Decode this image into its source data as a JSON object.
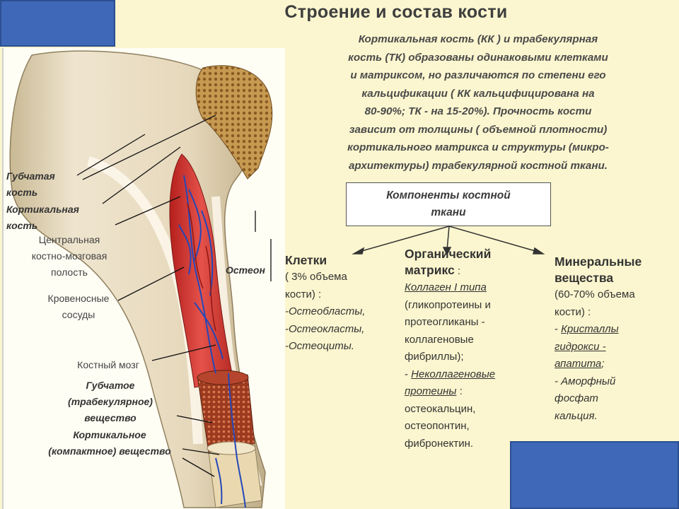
{
  "title": "Строение и состав кости",
  "intro_lines": [
    "Кортикальная кость (КК ) и трабекулярная",
    "кость (ТК)  образованы одинаковыми клетками",
    "и матриксом, но различаются по степени его",
    "кальцификации ( КК кальцифицирована на",
    "80-90%; ТК - на 15-20%). Прочность кости",
    "зависит от толщины ( объемной плотности)",
    "кортикального матрикса и структуры (микро-",
    "архитектуры) трабекулярной костной ткани."
  ],
  "components_box": [
    "Компоненты костной",
    "ткани"
  ],
  "cells": {
    "heading": "Клетки",
    "lines": [
      "( 3% объема",
      "кости) :"
    ],
    "items": [
      "-Остеобласты,",
      "-Остеокласты,",
      "-Остеоциты."
    ]
  },
  "organic": {
    "heading": [
      "Органический",
      "матрикс"
    ],
    "heading_suffix": " :",
    "collagen": "Коллаген I типа",
    "collagen_desc": [
      "(гликопротеины и",
      "протеогликаны -",
      "коллагеновые",
      "фибриллы);"
    ],
    "noncollagen_prefix": "- ",
    "noncollagen": [
      "Неколлагеновые",
      "протеины"
    ],
    "noncollagen_suffix": " :",
    "proteins": [
      "остеокальцин,",
      "остеопонтин,",
      "фибронектин."
    ]
  },
  "mineral": {
    "heading": [
      "Минеральные",
      "вещества"
    ],
    "lines": [
      "(60-70% объема",
      "кости) :"
    ],
    "crystals_prefix": "- ",
    "crystals": [
      "Кристаллы",
      "гидрокси -",
      "апатита"
    ],
    "crystals_suffix": ";",
    "amorphous": [
      "- Аморфный",
      "фосфат",
      "кальция."
    ]
  },
  "figure_labels": {
    "spongy_bone": [
      "Губчатая",
      "кость"
    ],
    "cortical_bone": [
      "Кортикальная",
      "кость"
    ],
    "cavity": [
      "Центральная",
      "костно-мозговая",
      "полость"
    ],
    "vessels": [
      "Кровеносные",
      "сосуды"
    ],
    "marrow": "Костный мозг",
    "spongy_substance": [
      "Губчатое",
      "(трабекулярное)",
      "вещество"
    ],
    "cortical_substance": [
      "Кортикальное",
      "(компактное) вещество"
    ],
    "osteon": "Остеон"
  },
  "colors": {
    "background": "#fbf6cf",
    "blue_box": "#3f68b8",
    "bone": "#e8dcc4",
    "marrow": "#d23a32",
    "vessel": "#2447b8"
  }
}
